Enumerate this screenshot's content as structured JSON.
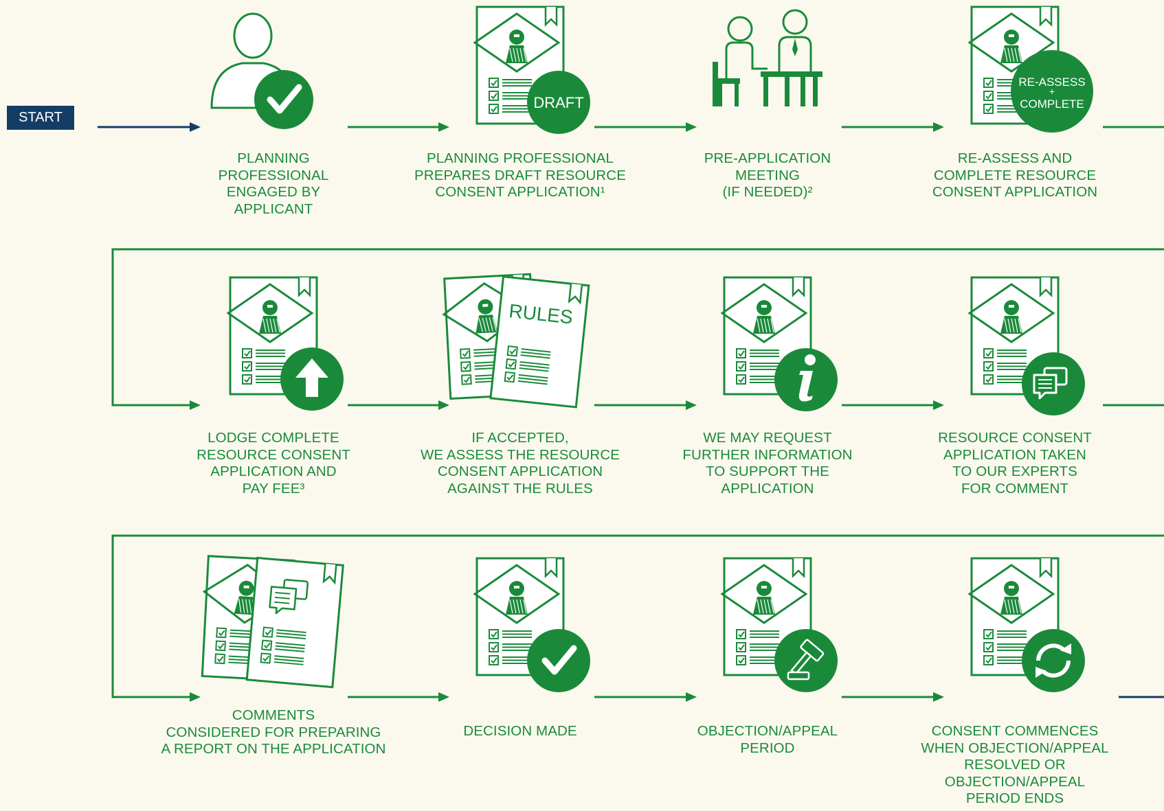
{
  "start_label": "START",
  "colors": {
    "green": "#1a8a3a",
    "navy": "#143d66",
    "background": "#fbf9ee"
  },
  "rows": [
    [
      {
        "label": "PLANNING\nPROFESSIONAL\nENGAGED BY\nAPPLICANT",
        "icon": "person-check-icon"
      },
      {
        "label": "PLANNING PROFESSIONAL\nPREPARES DRAFT RESOURCE\nCONSENT APPLICATION¹",
        "icon": "document-draft-icon",
        "badge": "DRAFT"
      },
      {
        "label": "PRE-APPLICATION\nMEETING\n(IF NEEDED)²",
        "icon": "meeting-icon"
      },
      {
        "label": "RE-ASSESS AND\nCOMPLETE RESOURCE\nCONSENT APPLICATION",
        "icon": "document-reassess-icon",
        "badge_lines": [
          "RE-ASSESS",
          "+",
          "COMPLETE"
        ]
      }
    ],
    [
      {
        "label": "LODGE COMPLETE\nRESOURCE CONSENT\nAPPLICATION AND\nPAY FEE³",
        "icon": "document-upload-icon"
      },
      {
        "label": "IF ACCEPTED,\nWE ASSESS THE RESOURCE\nCONSENT APPLICATION\nAGAINST THE RULES",
        "icon": "document-rules-icon",
        "badge": "RULES"
      },
      {
        "label": "WE MAY REQUEST\nFURTHER INFORMATION\nTO SUPPORT THE\nAPPLICATION",
        "icon": "document-info-icon"
      },
      {
        "label": "RESOURCE CONSENT\nAPPLICATION TAKEN\nTO OUR EXPERTS\nFOR COMMENT",
        "icon": "document-comment-icon"
      }
    ],
    [
      {
        "label": "COMMENTS\nCONSIDERED FOR PREPARING\nA REPORT ON THE APPLICATION",
        "icon": "documents-comments-icon"
      },
      {
        "label": "DECISION MADE",
        "icon": "document-check-icon"
      },
      {
        "label": "OBJECTION/APPEAL\nPERIOD",
        "icon": "document-gavel-icon"
      },
      {
        "label": "CONSENT COMMENCES\nWHEN OBJECTION/APPEAL\nRESOLVED OR\nOBJECTION/APPEAL\nPERIOD ENDS",
        "icon": "document-refresh-icon"
      }
    ]
  ]
}
